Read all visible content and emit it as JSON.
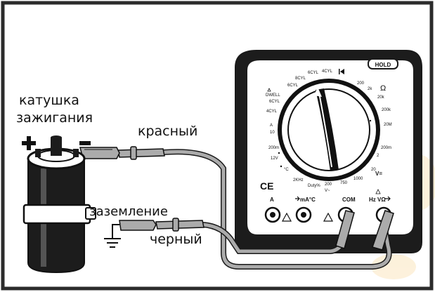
{
  "labels": {
    "coil_line1": "катушка",
    "coil_line2": "зажигания",
    "red_lead": "красный",
    "ground": "заземление",
    "black_lead": "черный"
  },
  "coil": {
    "plus_symbol": "+",
    "minus_symbol": "−"
  },
  "meter": {
    "hold_label": "HOLD",
    "ce_mark": "CE",
    "terminals": {
      "a": "A",
      "ma": "mA°C",
      "com": "COM",
      "hz": "Hz VΩ"
    },
    "dial": {
      "cyl6_top": "6CYL",
      "cyl4_top": "4CYL",
      "cyl8": "8CYL",
      "cyl6_b": "6CYL",
      "dwell": "DWELL",
      "cyl6_c": "6CYL",
      "cyl4_c": "4CYL",
      "a_dc": "A",
      "ten": "10",
      "m200": "200m",
      "v12": "12V",
      "degc": "°C",
      "khz2": "2KHz",
      "duty": "Duty%",
      "v200": "200",
      "v750": "750",
      "v1000": "1000",
      "ohm": "Ω",
      "o200": "200",
      "o2k": "2k",
      "o20k": "20k",
      "o200k": "200k",
      "o20m": "20M",
      "dc200m": "200m",
      "dc2": "2",
      "dc20": "20",
      "vdc": "V=",
      "vac": "V~"
    }
  },
  "colors": {
    "outline": "#1a1a1a",
    "meter_body": "#1c1c1c",
    "lead": "#a9a9a9",
    "frame": "#2b2b2b",
    "watermark": "#f3b33d"
  }
}
